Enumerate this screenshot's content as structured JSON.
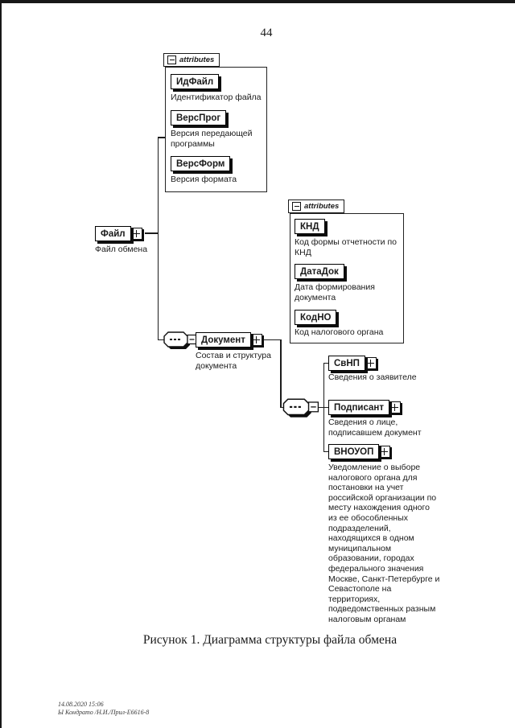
{
  "page": {
    "number": "44",
    "caption": "Рисунок 1. Диаграмма структуры файла обмена",
    "footer_line1": "14.08.2020 15:06",
    "footer_line2": "Ы Кондрато /Н.И./Прил-Е6616-8"
  },
  "colors": {
    "ink": "#1a1a1a",
    "paper": "#ffffff"
  },
  "diagram": {
    "attributes_label": "attributes",
    "file_element": {
      "name": "Файл",
      "annotation": "Файл обмена"
    },
    "file_attributes": [
      {
        "name": "ИдФайл",
        "annotation": "Идентификатор файла"
      },
      {
        "name": "ВерсПрог",
        "annotation": "Версия передающей\nпрограммы"
      },
      {
        "name": "ВерсФорм",
        "annotation": "Версия формата"
      }
    ],
    "document_element": {
      "name": "Документ",
      "annotation": "Состав и структура\nдокумента"
    },
    "document_attributes": [
      {
        "name": "КНД",
        "annotation": "Код формы отчетности по\nКНД"
      },
      {
        "name": "ДатаДок",
        "annotation": "Дата формирования\nдокумента"
      },
      {
        "name": "КодНО",
        "annotation": "Код налогового органа"
      }
    ],
    "document_children": [
      {
        "name": "СвНП",
        "annotation": "Сведения о заявителе"
      },
      {
        "name": "Подписант",
        "annotation": "Сведения о лице,\nподписавшем документ"
      },
      {
        "name": "ВНОУОП",
        "annotation": "Уведомление о выборе\nналогового органа для\nпостановки на учет\nроссийской организации по\nместу нахождения одного\nиз ее обособленных\nподразделений,\nнаходящихся в одном\nмуниципальном\nобразовании, городах\nфедерального значения\nМоскве, Санкт-Петербурге и\nСевастополе на\nтерриториях,\nподведомственных разным\nналоговым органам"
      }
    ]
  }
}
